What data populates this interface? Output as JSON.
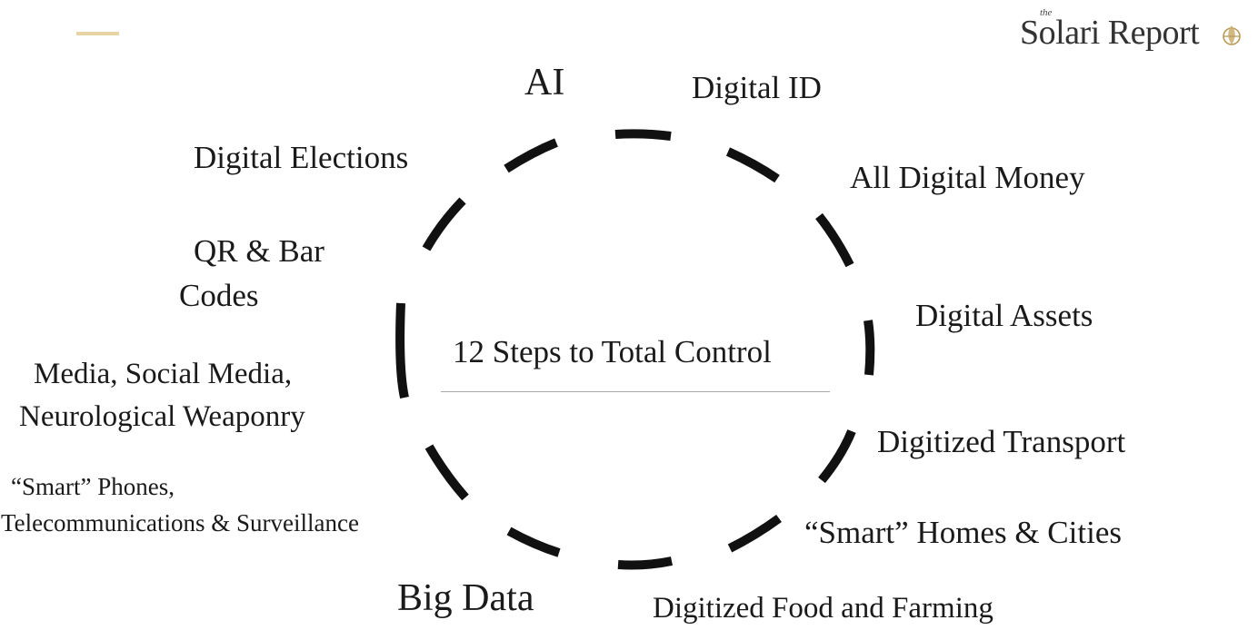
{
  "header": {
    "logo_small": "the",
    "logo_text": "Solari Report",
    "accent_color": "#e8d3a2"
  },
  "diagram": {
    "title": "12 Steps to Total Control",
    "steps": [
      {
        "label": "AI"
      },
      {
        "label": "Digital ID"
      },
      {
        "label": "All Digital Money"
      },
      {
        "label": "Digital Assets"
      },
      {
        "label": "Digitized Transport"
      },
      {
        "label": "“Smart” Homes & Cities"
      },
      {
        "label": "Digitized Food and Farming"
      },
      {
        "label": "Big Data"
      },
      {
        "label_line1": "“Smart” Phones,",
        "label_line2": "Telecommunications & Surveillance"
      },
      {
        "label_line1": "Media, Social Media,",
        "label_line2": "Neurological Weaponry"
      },
      {
        "label_line1": "QR & Bar",
        "label_line2": "Codes"
      },
      {
        "label": "Digital Elections"
      }
    ]
  }
}
